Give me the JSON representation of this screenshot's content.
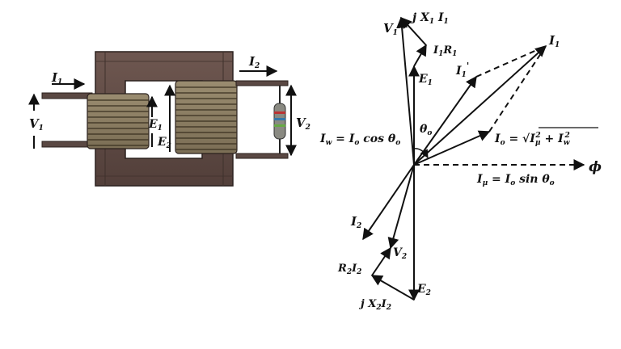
{
  "transformer": {
    "primary_current": {
      "main": "I",
      "sub": "1"
    },
    "secondary_current": {
      "main": "I",
      "sub": "2"
    },
    "primary_voltage": {
      "main": "V",
      "sub": "1"
    },
    "primary_emf": {
      "main": "E",
      "sub": "1"
    },
    "secondary_emf": {
      "main": "E",
      "sub": "2"
    },
    "secondary_voltage": {
      "main": "V",
      "sub": "2"
    }
  },
  "phasor": {
    "V1": {
      "main": "V",
      "sub": "1"
    },
    "jX1I1": {
      "pre": "j X",
      "s1": "1",
      "mid": " I",
      "s2": "1"
    },
    "I1R1": {
      "pre": "I",
      "s1": "1",
      "mid": "R",
      "s2": "1"
    },
    "E1": {
      "main": "E",
      "sub": "1"
    },
    "I1prime": {
      "main": "I",
      "sub": "1",
      "sup": "'"
    },
    "I1": {
      "main": "I",
      "sub": "1"
    },
    "theta_o": {
      "main": "θ",
      "sub": "o"
    },
    "Iw": {
      "t1": "I",
      "s1": "w",
      "t2": " = I",
      "s2": "o",
      "t3": " cos θ",
      "s3": "o"
    },
    "Io": {
      "t1": "I",
      "s1": "o",
      "t2": " = √",
      "t3": "I",
      "s3": "μ",
      "p3": "2",
      "t4": " + I",
      "s4": "w",
      "p4": "2"
    },
    "Imu": {
      "t1": "I",
      "s1": "μ",
      "t2": " = I",
      "s2": "o",
      "t3": " sin θ",
      "s3": "o"
    },
    "phi": "ϕ",
    "I2": {
      "main": "I",
      "sub": "2"
    },
    "V2": {
      "main": "V",
      "sub": "2"
    },
    "R2I2": {
      "pre": "R",
      "s1": "2",
      "mid": "I",
      "s2": "2"
    },
    "jX2I2": {
      "pre": "j X",
      "s1": "2",
      "mid": "I",
      "s2": "2"
    },
    "E2": {
      "main": "E",
      "sub": "2"
    }
  }
}
